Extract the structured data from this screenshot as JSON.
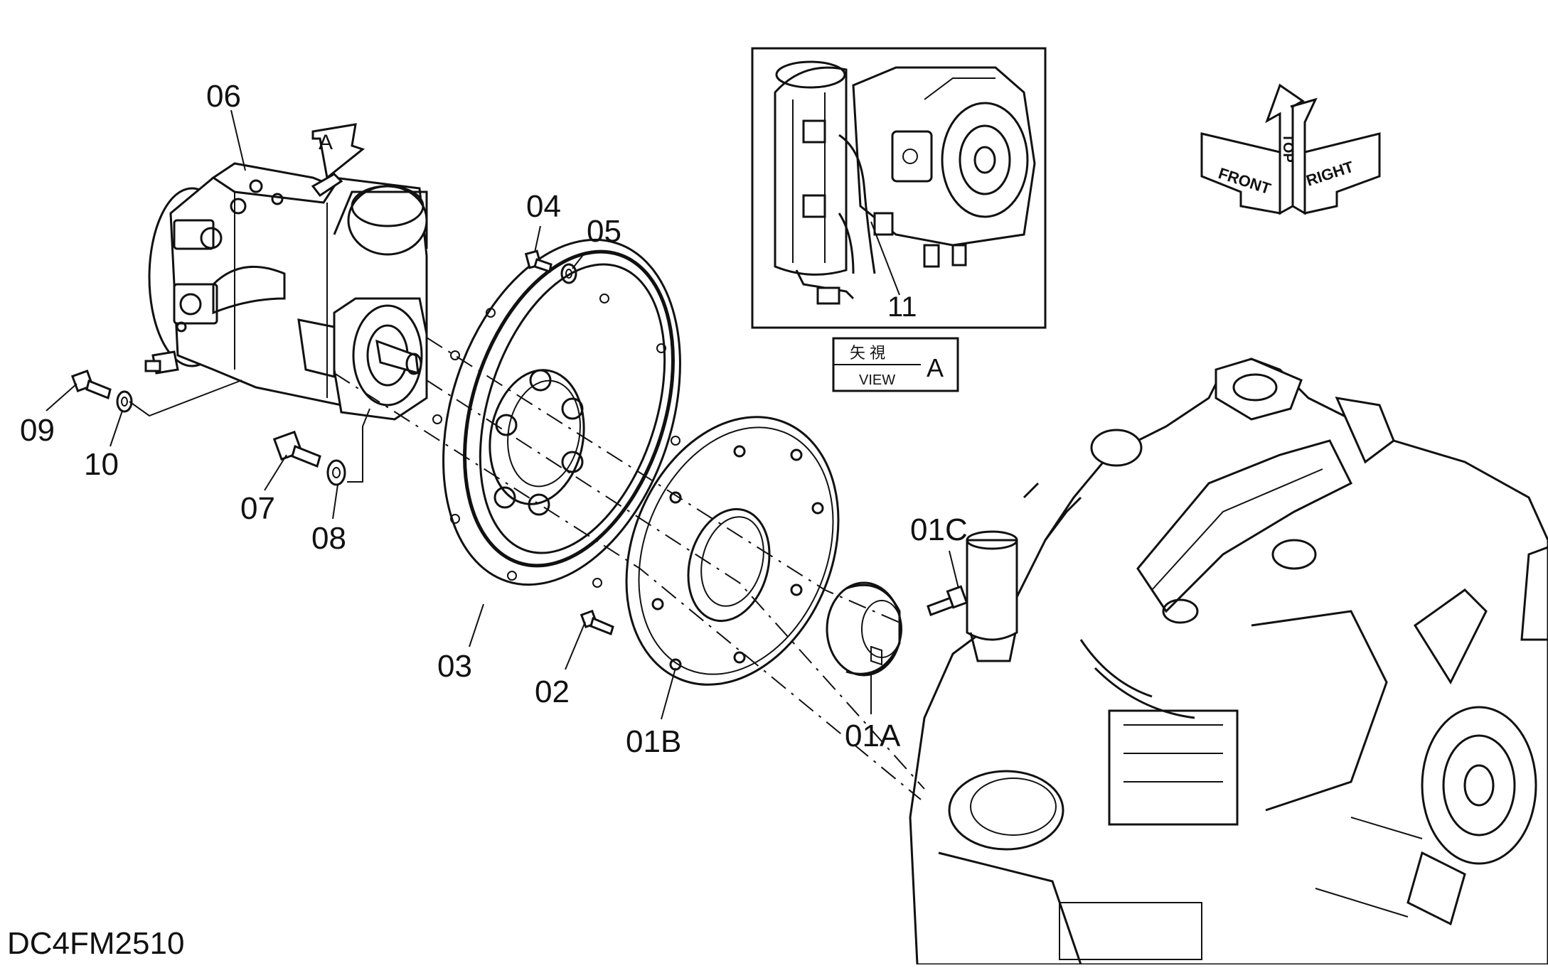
{
  "diagram": {
    "drawing_code": "DC4FM2510",
    "view_marker": "A",
    "view_box": {
      "kanji": "矢  視",
      "english": "VIEW",
      "letter": "A"
    },
    "orientation": {
      "top": "TOP",
      "front": "FRONT",
      "right": "RIGHT"
    },
    "parts": [
      {
        "id": "p06",
        "label": "06"
      },
      {
        "id": "p04",
        "label": "04"
      },
      {
        "id": "p05",
        "label": "05"
      },
      {
        "id": "p09",
        "label": "09"
      },
      {
        "id": "p10",
        "label": "10"
      },
      {
        "id": "p07",
        "label": "07"
      },
      {
        "id": "p08",
        "label": "08"
      },
      {
        "id": "p03",
        "label": "03"
      },
      {
        "id": "p02",
        "label": "02"
      },
      {
        "id": "p01B",
        "label": "01B"
      },
      {
        "id": "p01A",
        "label": "01A"
      },
      {
        "id": "p01C",
        "label": "01C"
      },
      {
        "id": "p11",
        "label": "11"
      }
    ]
  }
}
